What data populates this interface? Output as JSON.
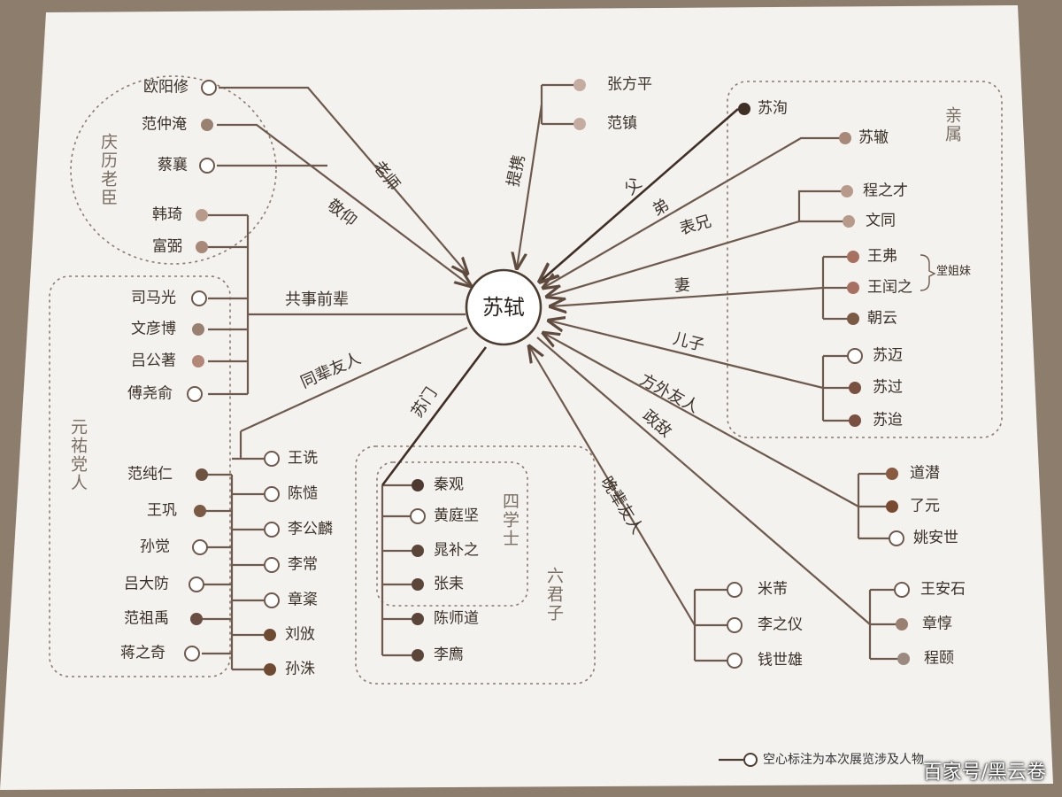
{
  "center": "苏轼",
  "edges": {
    "teacher": "老师",
    "admire": "敬仰",
    "promote": "提携",
    "father": "父",
    "brother": "弟",
    "cousin": "表兄",
    "wife": "妻",
    "son": "儿子",
    "seniors": "共事前辈",
    "peers": "同辈友人",
    "disciples": "苏门",
    "monks": "方外友人",
    "rivals": "政敌",
    "juniors": "晚辈友人"
  },
  "groups": {
    "qingli": "庆历老臣",
    "yuanyou": "元祐党人",
    "family": "亲属",
    "sixuexi": "四学士",
    "liujunzi": "六君子",
    "tangjiemei": "堂姐妹"
  },
  "nodes": {
    "ouyangxiu": "欧阳修",
    "fanzhongyan": "范仲淹",
    "caixiang": "蔡襄",
    "hanqi": "韩琦",
    "fubi": "富弼",
    "simaguang": "司马光",
    "wenyanbo": "文彦博",
    "lvgongzhu": "吕公著",
    "fuyaoyu": "傅尧俞",
    "fanchunren": "范纯仁",
    "wanggong": "王巩",
    "sunjue": "孙觉",
    "lvdafang": "吕大防",
    "fanzuyu": "范祖禹",
    "jiangzhiqi": "蒋之奇",
    "wangshen": "王诜",
    "chenzao": "陈慥",
    "ligonglin": "李公麟",
    "lichang": "李常",
    "zhangjian": "章楶",
    "liuban": "刘攽",
    "sunzhu": "孙洙",
    "qinguan": "秦观",
    "huangtingjian": "黄庭坚",
    "chaobuzhi": "晁补之",
    "zhanglei": "张耒",
    "chenshidao": "陈师道",
    "lizhi": "李廌",
    "zhangfangping": "张方平",
    "fanzhen": "范镇",
    "suxun": "苏洵",
    "suzhe": "苏辙",
    "chengzhicai": "程之才",
    "wentong": "文同",
    "wangfu": "王弗",
    "wangrunzhi": "王闰之",
    "zhaoyun": "朝云",
    "sumai": "苏迈",
    "suguo": "苏过",
    "sudai": "苏迨",
    "daoqian": "道潜",
    "liaoyuan": "了元",
    "yaoanshi": "姚安世",
    "wanganshi": "王安石",
    "zhangdun": "章惇",
    "chengyi": "程颐",
    "mifu": "米芾",
    "lizhiyi": "李之仪",
    "qianshixiong": "钱世雄"
  },
  "legend": "空心标注为本次展览涉及人物",
  "watermark": "百家号/黑云卷",
  "colors": {
    "paper": "#f4f2ee",
    "line": "#6e5a4c",
    "dark_fill": "#5b4536",
    "mid_fill": "#8c7060",
    "light_fill": "#b79a8a",
    "pale_fill": "#c4ada0",
    "hollow": "#ffffff",
    "dashed": "#8a7a6e"
  }
}
